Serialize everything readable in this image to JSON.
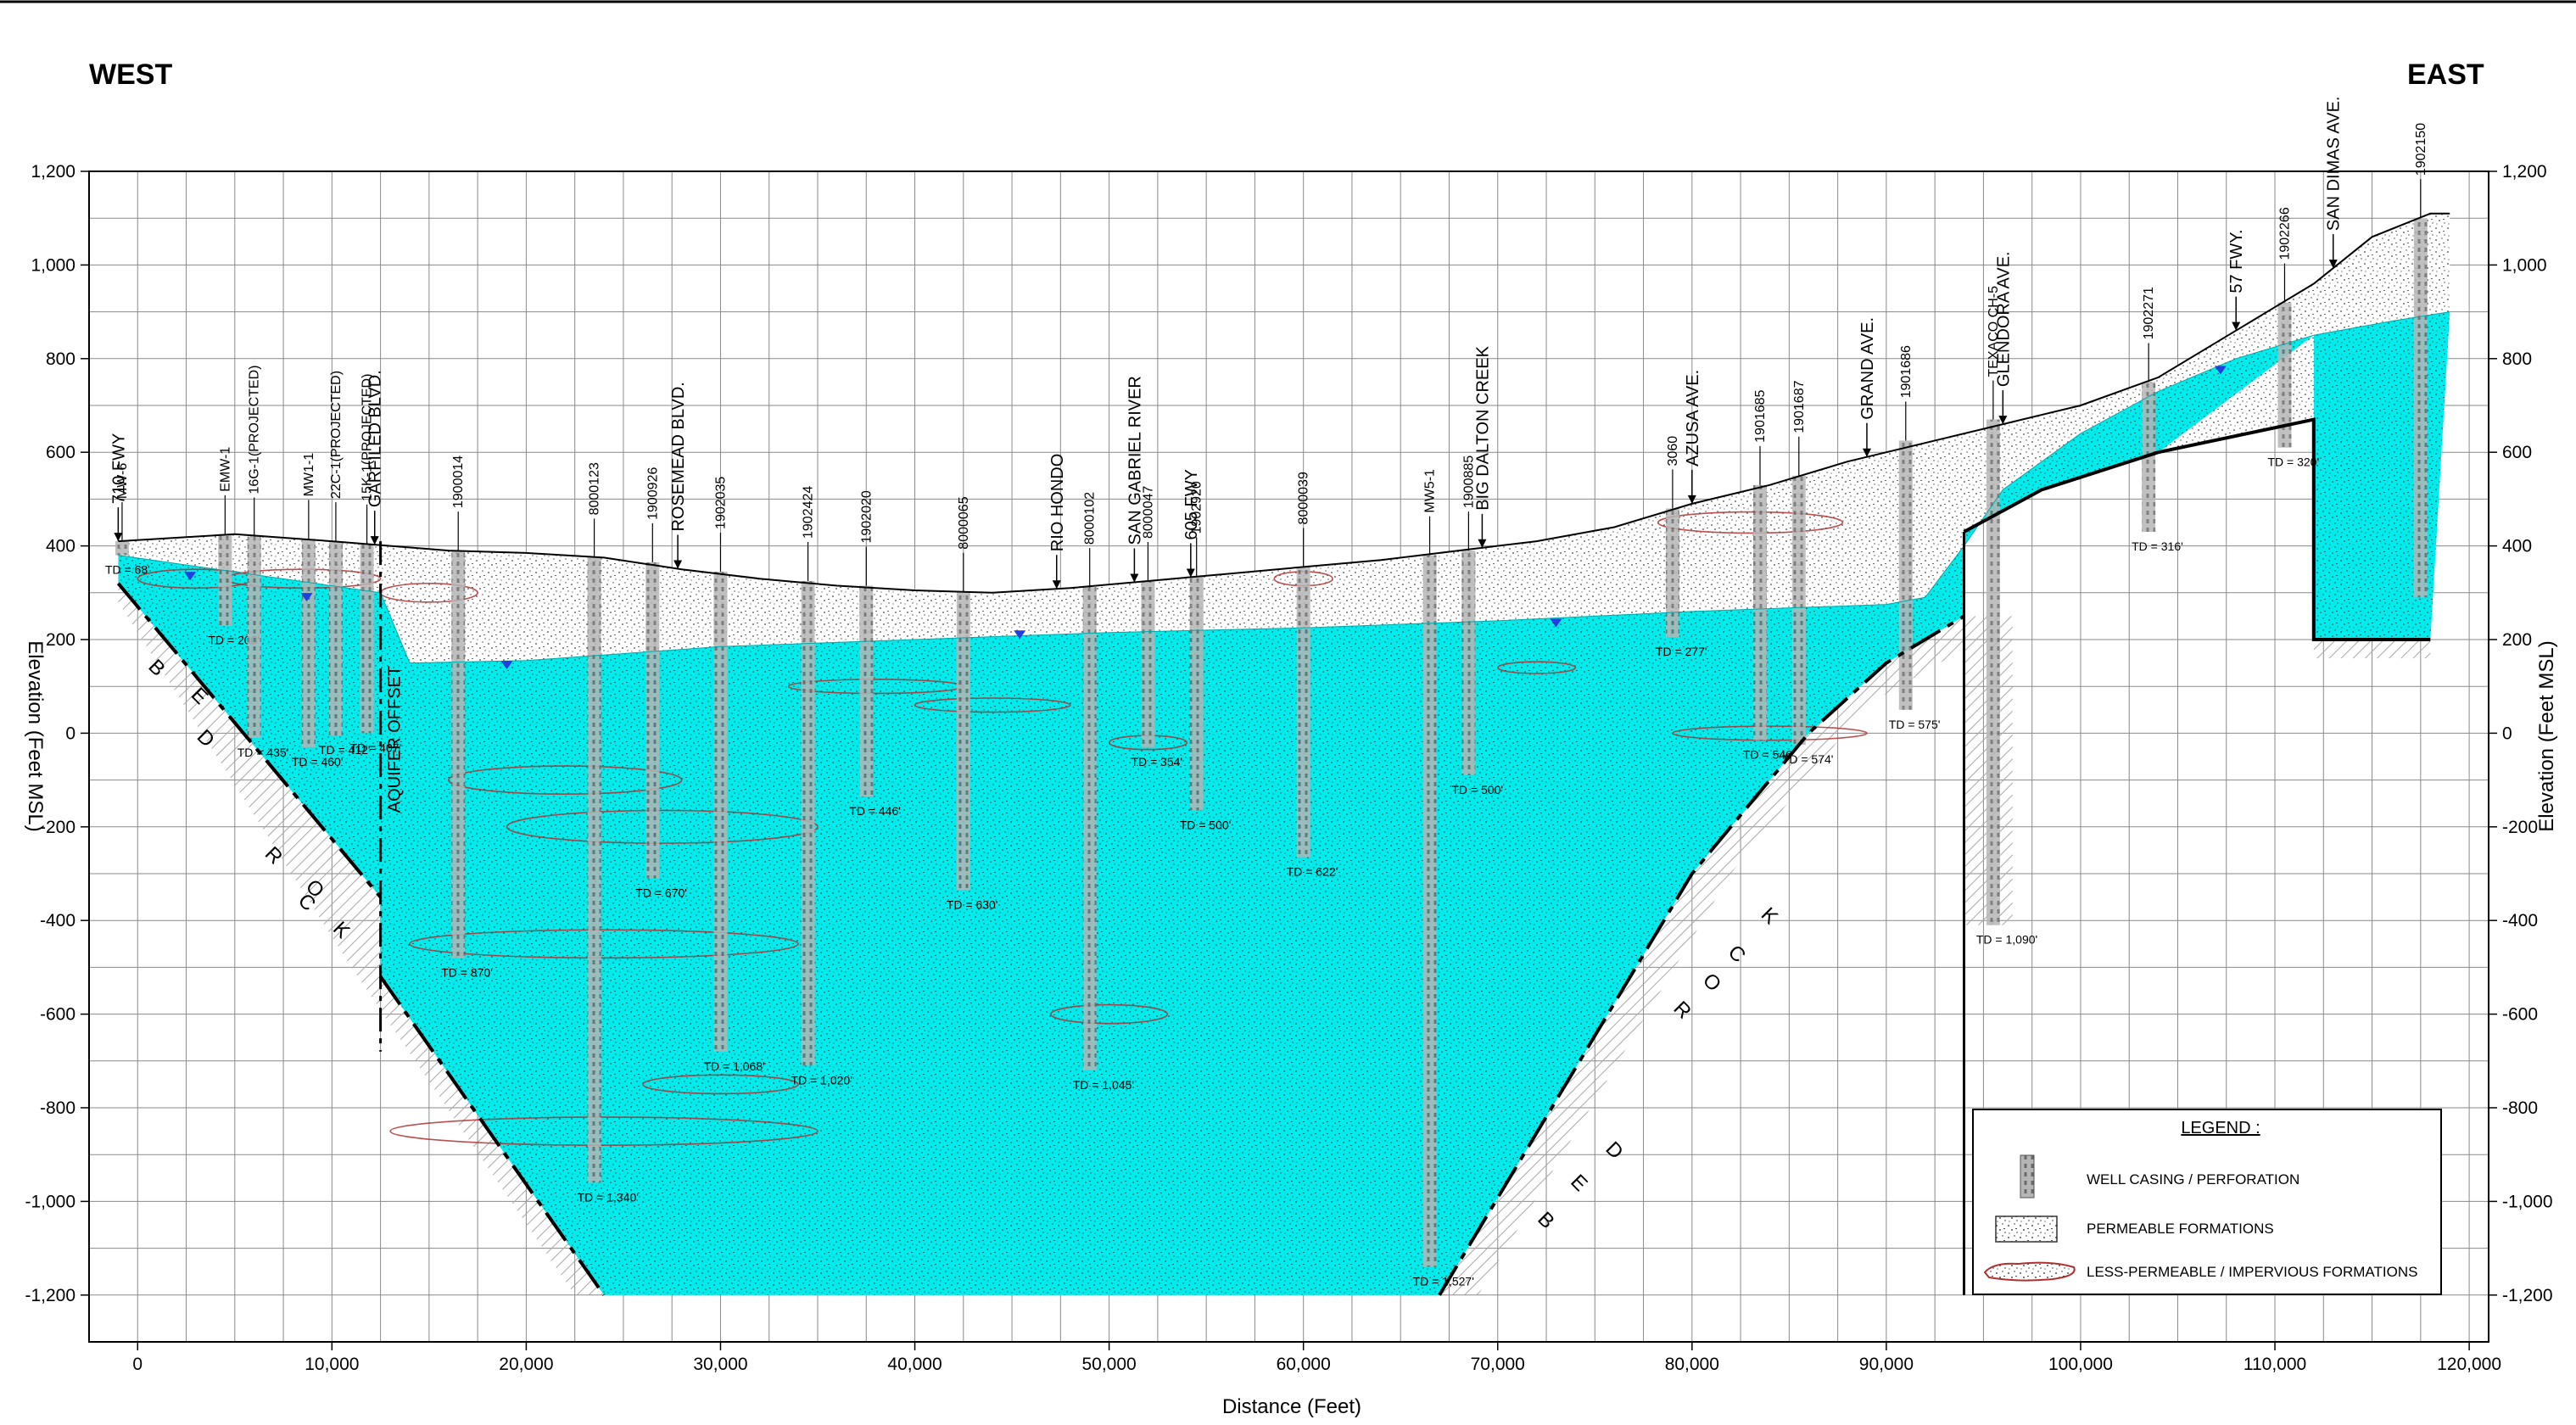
{
  "title_west": "WEST",
  "title_east": "EAST",
  "axes": {
    "x_label": "Distance (Feet)",
    "y_label_left": "Elevation (Feet MSL)",
    "y_label_right": "Elevation (Feet MSL)",
    "x_range": [
      -2500,
      121000
    ],
    "y_range": [
      -1300,
      1200
    ],
    "x_ticks": [
      0,
      10000,
      20000,
      30000,
      40000,
      50000,
      60000,
      70000,
      80000,
      90000,
      100000,
      110000,
      120000
    ],
    "x_tick_labels": [
      "0",
      "10,000",
      "20,000",
      "30,000",
      "40,000",
      "50,000",
      "60,000",
      "70,000",
      "80,000",
      "90,000",
      "100,000",
      "110,000",
      "120,000"
    ],
    "y_ticks": [
      1200,
      1000,
      800,
      600,
      400,
      200,
      0,
      -200,
      -400,
      -600,
      -800,
      -1000,
      -1200
    ],
    "y_tick_labels": [
      "1,200",
      "1,000",
      "800",
      "600",
      "400",
      "200",
      "0",
      "-200",
      "-400",
      "-600",
      "-800",
      "-1,000",
      "-1,200"
    ],
    "grid": true
  },
  "colors": {
    "saturated_zone": "#00ecec",
    "grid": "#8a8a8a",
    "less_permeable_outline": "#b03030",
    "water_table_marker": "#1f3fe0",
    "casing": "#9a9a9a",
    "bedrock_hatch": "#a8a8a8"
  },
  "chart_data": {
    "type": "cross-section",
    "ground_surface": [
      [
        -1000,
        410
      ],
      [
        5000,
        425
      ],
      [
        10000,
        410
      ],
      [
        13000,
        400
      ],
      [
        16000,
        390
      ],
      [
        20000,
        385
      ],
      [
        24000,
        375
      ],
      [
        28000,
        350
      ],
      [
        32000,
        330
      ],
      [
        36000,
        315
      ],
      [
        40000,
        305
      ],
      [
        44000,
        300
      ],
      [
        48000,
        310
      ],
      [
        52000,
        325
      ],
      [
        56000,
        340
      ],
      [
        60000,
        355
      ],
      [
        64000,
        370
      ],
      [
        68000,
        390
      ],
      [
        72000,
        410
      ],
      [
        76000,
        440
      ],
      [
        80000,
        490
      ],
      [
        84000,
        530
      ],
      [
        88000,
        580
      ],
      [
        92000,
        620
      ],
      [
        96000,
        660
      ],
      [
        100000,
        700
      ],
      [
        104000,
        760
      ],
      [
        108000,
        860
      ],
      [
        112000,
        960
      ],
      [
        115000,
        1060
      ],
      [
        118000,
        1110
      ],
      [
        119000,
        1110
      ]
    ],
    "water_table": [
      [
        -1000,
        380
      ],
      [
        12500,
        300
      ],
      [
        14000,
        150
      ],
      [
        20000,
        155
      ],
      [
        30000,
        185
      ],
      [
        40000,
        200
      ],
      [
        50000,
        215
      ],
      [
        60000,
        225
      ],
      [
        70000,
        240
      ],
      [
        80000,
        260
      ],
      [
        90000,
        275
      ],
      [
        92000,
        290
      ],
      [
        94000,
        400
      ],
      [
        96000,
        520
      ],
      [
        100000,
        640
      ],
      [
        104000,
        730
      ],
      [
        108000,
        800
      ],
      [
        112000,
        850
      ],
      [
        116000,
        880
      ],
      [
        119000,
        900
      ]
    ],
    "bedrock_surface": [
      [
        -1000,
        320
      ],
      [
        12500,
        -350
      ],
      [
        12500,
        -520
      ],
      [
        24000,
        -1200
      ],
      [
        67000,
        -1200
      ],
      [
        80000,
        -300
      ],
      [
        86000,
        0
      ],
      [
        90000,
        150
      ],
      [
        94000,
        250
      ],
      [
        94000,
        430
      ],
      [
        98000,
        520
      ],
      [
        104000,
        600
      ],
      [
        112000,
        670
      ],
      [
        112000,
        200
      ],
      [
        118000,
        200
      ]
    ],
    "wells": [
      {
        "id": "MW-6",
        "x": -800,
        "top": 410,
        "bottom": 380,
        "td": "TD = 68'"
      },
      {
        "id": "EMW-1",
        "x": 4500,
        "top": 425,
        "bottom": 230,
        "td": "TD = 200'"
      },
      {
        "id": "16G-1(PROJECTED)",
        "x": 6000,
        "top": 420,
        "bottom": -10,
        "td": "TD = 435'"
      },
      {
        "id": "MW1-1",
        "x": 8800,
        "top": 415,
        "bottom": -30,
        "td": "TD = 460'"
      },
      {
        "id": "22C-1(PROJECTED)",
        "x": 10200,
        "top": 410,
        "bottom": -5,
        "td": "TD = 412'"
      },
      {
        "id": "15K-1(PROJECTED)",
        "x": 11800,
        "top": 405,
        "bottom": 0,
        "td": "TD = 407'"
      },
      {
        "id": "1900014",
        "x": 16500,
        "top": 390,
        "bottom": -480,
        "td": "TD = 870'"
      },
      {
        "id": "8000123",
        "x": 23500,
        "top": 375,
        "bottom": -960,
        "td": "TD = 1,340'"
      },
      {
        "id": "1900926",
        "x": 26500,
        "top": 365,
        "bottom": -310,
        "td": "TD = 670'"
      },
      {
        "id": "1902035",
        "x": 30000,
        "top": 345,
        "bottom": -680,
        "td": "TD = 1,068'"
      },
      {
        "id": "1902424",
        "x": 34500,
        "top": 325,
        "bottom": -710,
        "td": "TD = 1,020'"
      },
      {
        "id": "1902020",
        "x": 37500,
        "top": 315,
        "bottom": -135,
        "td": "TD = 446'"
      },
      {
        "id": "8000065",
        "x": 42500,
        "top": 302,
        "bottom": -335,
        "td": "TD = 630'"
      },
      {
        "id": "8000102",
        "x": 49000,
        "top": 312,
        "bottom": -720,
        "td": "TD = 1,045'"
      },
      {
        "id": "8000047",
        "x": 52000,
        "top": 325,
        "bottom": -30,
        "td": "TD = 354'"
      },
      {
        "id": "1902920",
        "x": 54500,
        "top": 335,
        "bottom": -165,
        "td": "TD = 500'"
      },
      {
        "id": "8000039",
        "x": 60000,
        "top": 355,
        "bottom": -265,
        "td": "TD = 622'"
      },
      {
        "id": "MW5-1",
        "x": 66500,
        "top": 380,
        "bottom": -1140,
        "td": "TD = 1,527'"
      },
      {
        "id": "1900885",
        "x": 68500,
        "top": 390,
        "bottom": -90,
        "td": "TD = 500'"
      },
      {
        "id": "3060",
        "x": 79000,
        "top": 480,
        "bottom": 205,
        "td": "TD = 277'"
      },
      {
        "id": "1901685",
        "x": 83500,
        "top": 530,
        "bottom": -15,
        "td": "TD = 546'"
      },
      {
        "id": "1901687",
        "x": 85500,
        "top": 550,
        "bottom": -25,
        "td": "TD = 574'"
      },
      {
        "id": "1901686",
        "x": 91000,
        "top": 625,
        "bottom": 50,
        "td": "TD = 575'"
      },
      {
        "id": "TEXACO CH-5",
        "x": 95500,
        "top": 670,
        "bottom": -410,
        "td": "TD = 1,090'"
      },
      {
        "id": "1902271",
        "x": 103500,
        "top": 750,
        "bottom": 430,
        "td": "TD = 316'"
      },
      {
        "id": "1902266",
        "x": 110500,
        "top": 920,
        "bottom": 610,
        "td": "TD = 320'"
      },
      {
        "id": "1902150",
        "x": 117500,
        "top": 1100,
        "bottom": 290,
        "td": ""
      }
    ],
    "streets": [
      {
        "label": "710 FWY",
        "x": -1000
      },
      {
        "label": "GARFILED BLVD.",
        "x": 12200
      },
      {
        "label": "ROSEMEAD BLVD.",
        "x": 27800
      },
      {
        "label": "RIO HONDO",
        "x": 47300
      },
      {
        "label": "SAN GABRIEL RIVER",
        "x": 51300
      },
      {
        "label": "605 FWY",
        "x": 54200
      },
      {
        "label": "BIG DALTON CREEK",
        "x": 69200
      },
      {
        "label": "AZUSA AVE.",
        "x": 80000
      },
      {
        "label": "GRAND AVE.",
        "x": 89000
      },
      {
        "label": "GLENDORA AVE.",
        "x": 96000
      },
      {
        "label": "57 FWY.",
        "x": 108000
      },
      {
        "label": "SAN DIMAS AVE.",
        "x": 113000
      }
    ],
    "annotations": [
      {
        "text": "AQUIFER OFFSET",
        "x": 13500,
        "y": -170
      },
      {
        "text": "B",
        "x": 500,
        "y": 140
      },
      {
        "text": "E",
        "x": 2700,
        "y": 80
      },
      {
        "text": "D",
        "x": 3000,
        "y": -10
      },
      {
        "text": "R",
        "x": 6500,
        "y": -260
      },
      {
        "text": "O",
        "x": 8600,
        "y": -330
      },
      {
        "text": "C",
        "x": 8200,
        "y": -360
      },
      {
        "text": "K",
        "x": 10000,
        "y": -420
      },
      {
        "text": "R",
        "x": 79000,
        "y": -590
      },
      {
        "text": "O",
        "x": 80500,
        "y": -530
      },
      {
        "text": "C",
        "x": 81800,
        "y": -470
      },
      {
        "text": "K",
        "x": 83500,
        "y": -390
      },
      {
        "text": "B",
        "x": 72000,
        "y": -1040
      },
      {
        "text": "E",
        "x": 73700,
        "y": -960
      },
      {
        "text": "D",
        "x": 75500,
        "y": -890
      }
    ],
    "water_markers": [
      [
        2700,
        330
      ],
      [
        8700,
        285
      ],
      [
        19000,
        140
      ],
      [
        45400,
        205
      ],
      [
        73000,
        230
      ],
      [
        107200,
        770
      ]
    ]
  },
  "legend": {
    "title": "LEGEND :",
    "items": [
      {
        "label": "WELL CASING / PERFORATION"
      },
      {
        "label": "PERMEABLE FORMATIONS"
      },
      {
        "label": "LESS-PERMEABLE / IMPERVIOUS FORMATIONS"
      }
    ]
  }
}
